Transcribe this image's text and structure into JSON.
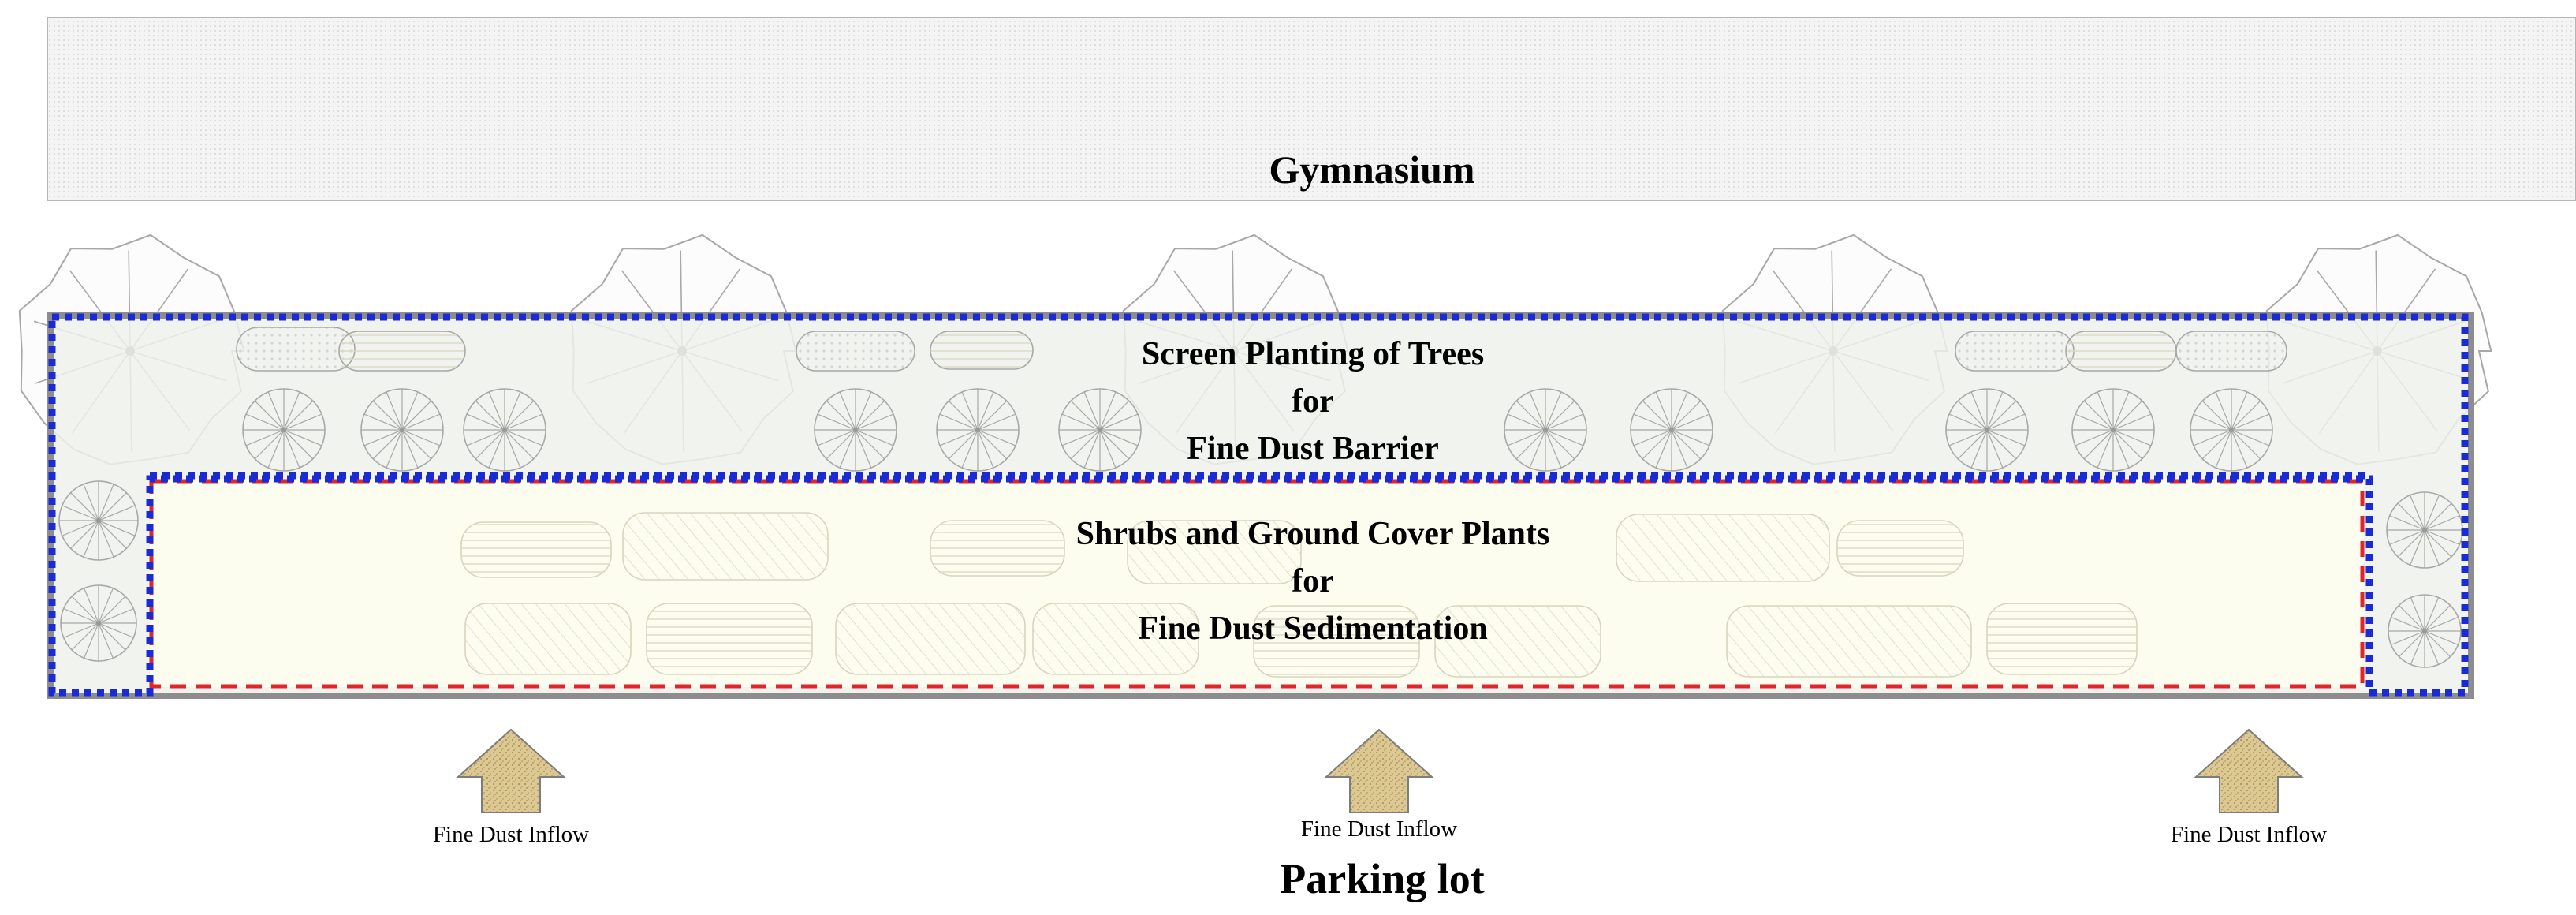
{
  "building": {
    "label": "Gymnasium"
  },
  "tree_zone": {
    "lines": [
      "Screen Planting of Trees",
      "for",
      "Fine Dust Barrier"
    ]
  },
  "shrub_zone": {
    "lines": [
      "Shrubs and Ground Cover Plants",
      "for",
      "Fine Dust Sedimentation"
    ]
  },
  "inflows": [
    {
      "label": "Fine Dust Inflow"
    },
    {
      "label": "Fine Dust Inflow"
    },
    {
      "label": "Fine Dust Inflow"
    }
  ],
  "parking": {
    "label": "Parking lot"
  },
  "colors": {
    "outer_border": "#1a2bd6",
    "inner_border_red": "#e0252b",
    "tree_zone_fill": "#eef1ec",
    "shrub_zone_fill": "#fdfdef",
    "arrow_fill": "#d8c493",
    "line": "#9a9a9a"
  }
}
